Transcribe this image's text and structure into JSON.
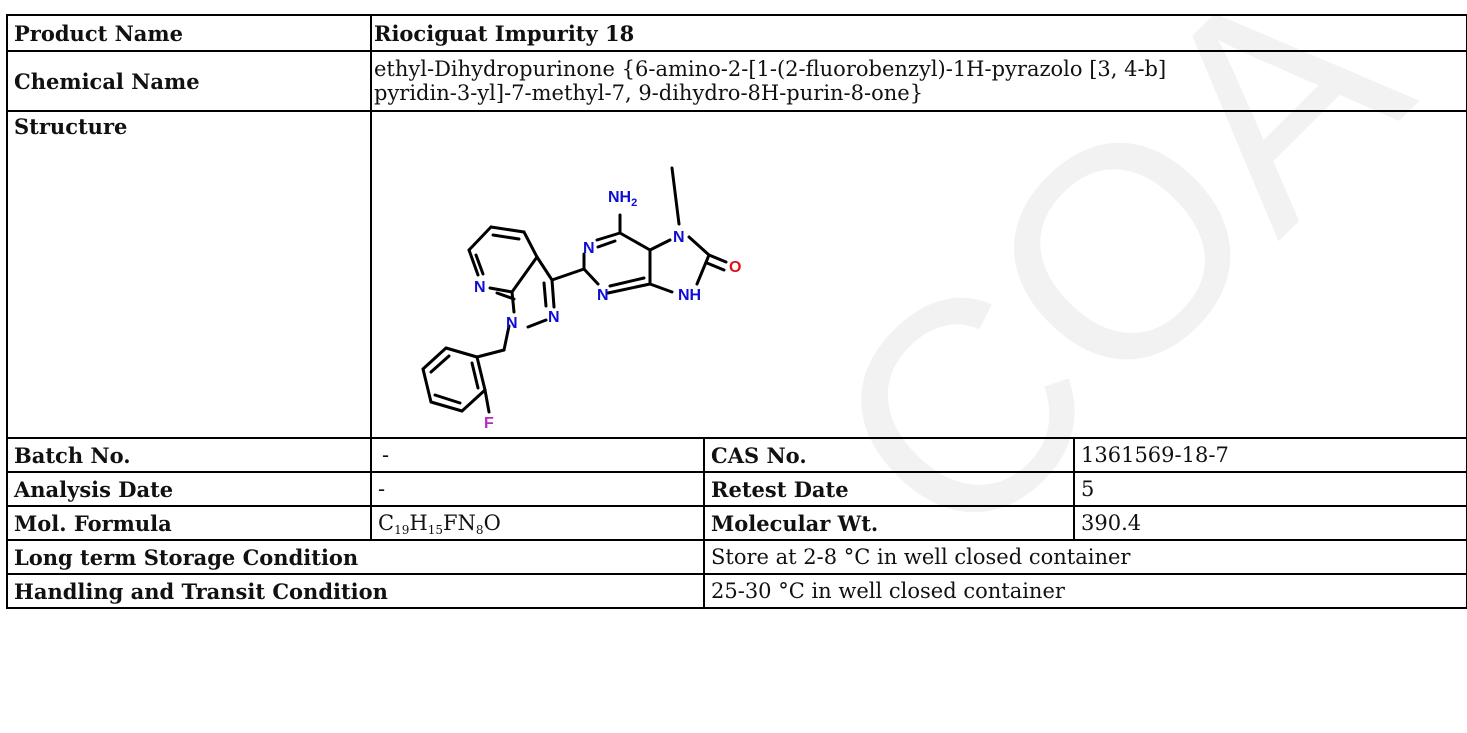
{
  "product": {
    "label": "Product Name",
    "value": "Riociguat Impurity 18"
  },
  "chemical": {
    "label": "Chemical Name",
    "line1": "ethyl-Dihydropurinone {6-amino-2-[1-(2-fluorobenzyl)-1H-pyrazolo [3, 4-b]",
    "line2": "pyridin-3-yl]-7-methyl-7, 9-dihydro-8H-purin-8-one}"
  },
  "structure": {
    "label": "Structure",
    "atoms": {
      "nh2": "NH",
      "nh2_sub": "2",
      "n_top_left": "N",
      "n_bottom_left": "N",
      "n_methyl": "N",
      "nh": "NH",
      "oxygen": "O",
      "n_pyridine": "N",
      "n_pyrazole1": "N",
      "n_pyrazole2": "N",
      "fluorine": "F"
    },
    "colors": {
      "nitrogen": "#0d0dd6",
      "oxygen": "#e0101a",
      "fluorine": "#b22cc2",
      "bond": "#000000"
    }
  },
  "batch": {
    "label": "Batch No.",
    "value": "-"
  },
  "cas": {
    "label": "CAS No.",
    "value": "1361569-18-7"
  },
  "analysis": {
    "label": "Analysis Date",
    "value": "-"
  },
  "retest": {
    "label": "Retest Date",
    "value": "5"
  },
  "formula": {
    "label": "Mol. Formula",
    "parts": [
      "C",
      "19",
      "H",
      "15",
      "FN",
      "8",
      "O"
    ]
  },
  "molwt": {
    "label": "Molecular Wt.",
    "value": "390.4"
  },
  "storage": {
    "label": "Long term Storage Condition",
    "value": "Store at 2-8 °C in well closed container"
  },
  "handling": {
    "label": "Handling and Transit Condition",
    "value": "25-30 °C in well closed container"
  },
  "watermark": {
    "text": "COA",
    "color": "#f2f2f2"
  }
}
